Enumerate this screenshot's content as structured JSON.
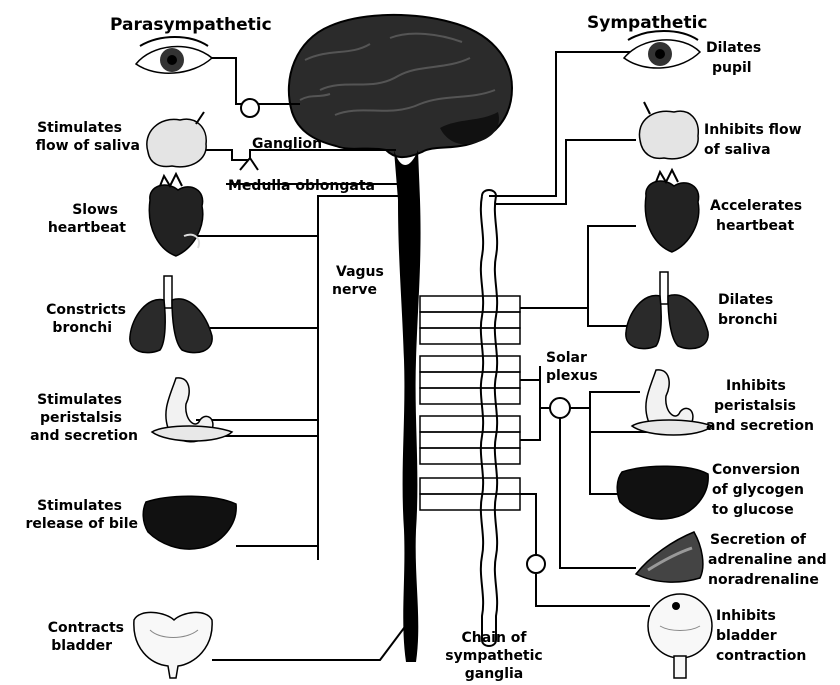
{
  "headers": {
    "parasympathetic": "Parasympathetic",
    "sympathetic": "Sympathetic"
  },
  "center_labels": {
    "ganglion": "Ganglion",
    "medulla": "Medulla oblongata",
    "vagus_1": "Vagus",
    "vagus_2": "nerve",
    "solar_1": "Solar",
    "solar_2": "plexus",
    "chain_1": "Chain of",
    "chain_2": "sympathetic",
    "chain_3": "ganglia"
  },
  "para_labels": {
    "saliva_1": "Stimulates",
    "saliva_2": "flow of saliva",
    "heart_1": "Slows",
    "heart_2": "heartbeat",
    "lungs_1": "Constricts",
    "lungs_2": "bronchi",
    "stomach_1": "Stimulates",
    "stomach_2": "peristalsis",
    "stomach_3": "and secretion",
    "liver_1": "Stimulates",
    "liver_2": "release of bile",
    "bladder_1": "Contracts",
    "bladder_2": "bladder"
  },
  "symp_labels": {
    "pupil_1": "Dilates",
    "pupil_2": "pupil",
    "saliva_1": "Inhibits flow",
    "saliva_2": "of saliva",
    "heart_1": "Accelerates",
    "heart_2": "heartbeat",
    "lungs_1": "Dilates",
    "lungs_2": "bronchi",
    "stomach_1": "Inhibits",
    "stomach_2": "peristalsis",
    "stomach_3": "and secretion",
    "liver_1": "Conversion",
    "liver_2": "of glycogen",
    "liver_3": "to glucose",
    "adrenal_1": "Secretion of",
    "adrenal_2": "adrenaline and",
    "adrenal_3": "noradrenaline",
    "bladder_1": "Inhibits",
    "bladder_2": "bladder",
    "bladder_3": "contraction"
  }
}
